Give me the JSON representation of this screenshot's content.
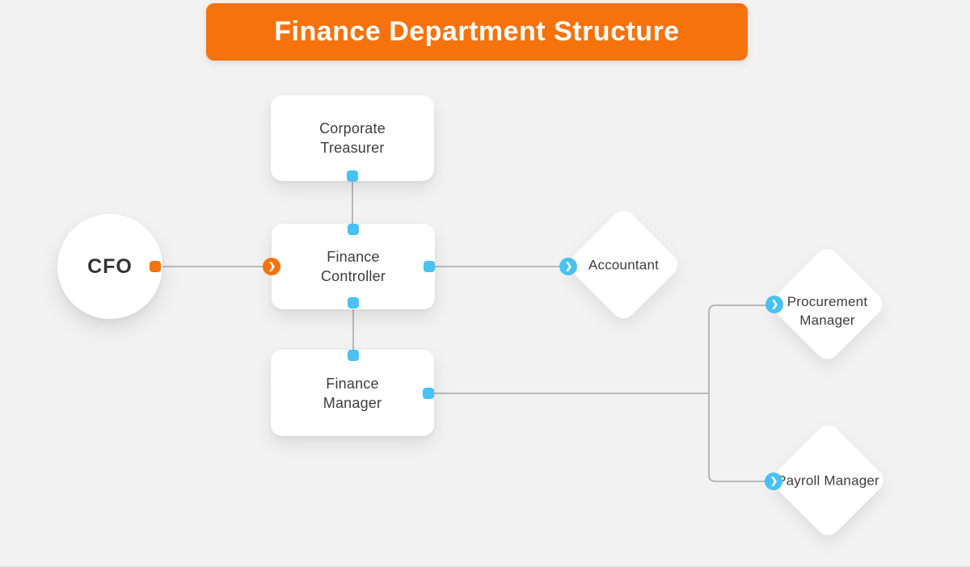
{
  "title": {
    "label": "Finance Department Structure"
  },
  "colors": {
    "background": "#F2F2F2",
    "accent_orange": "#F5720D",
    "accent_blue": "#49C1F2",
    "connector_gray": "#999999",
    "node_background": "#FFFFFF",
    "title_text": "#FFFFFF",
    "node_text": "#3D3D3D"
  },
  "nodes": {
    "cfo": {
      "label": "CFO",
      "shape": "circle"
    },
    "corporate_treasurer": {
      "label": "Corporate Treasurer",
      "shape": "rounded-rect"
    },
    "finance_controller": {
      "label": "Finance Controller",
      "shape": "rounded-rect"
    },
    "finance_manager": {
      "label": "Finance Manager",
      "shape": "rounded-rect"
    },
    "accountant": {
      "label": "Accountant",
      "shape": "diamond"
    },
    "procurement_manager": {
      "label": "Procurement Manager",
      "shape": "diamond"
    },
    "payroll_manager": {
      "label": "Payroll Manager",
      "shape": "diamond"
    }
  },
  "edges": [
    {
      "from": "cfo",
      "to": "finance_controller",
      "style": "orange"
    },
    {
      "from": "corporate_treasurer",
      "to": "finance_controller",
      "style": "blue"
    },
    {
      "from": "finance_controller",
      "to": "accountant",
      "style": "blue"
    },
    {
      "from": "finance_controller",
      "to": "finance_manager",
      "style": "blue"
    },
    {
      "from": "finance_manager",
      "to": "procurement_manager",
      "style": "blue"
    },
    {
      "from": "finance_manager",
      "to": "payroll_manager",
      "style": "blue"
    }
  ],
  "icons": {
    "chevron_right": "❯"
  }
}
